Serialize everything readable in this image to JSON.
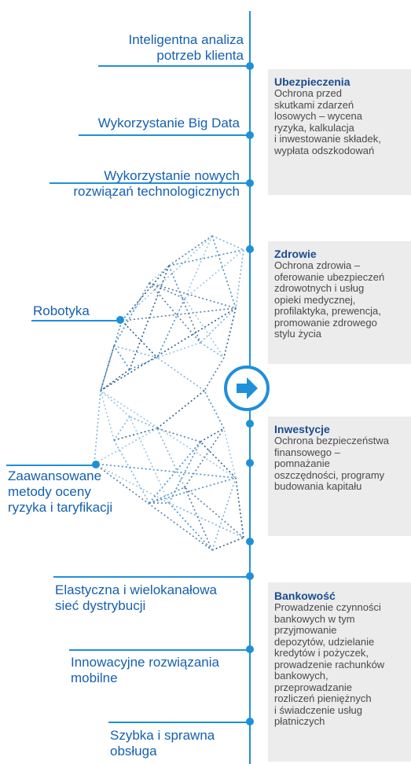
{
  "left_items": [
    {
      "lines": [
        "Inteligentna analiza",
        "potrzeb klienta"
      ]
    },
    {
      "lines": [
        "Wykorzystanie Big Data"
      ]
    },
    {
      "lines": [
        "Wykorzystanie nowych",
        "rozwiązań technologicznych"
      ]
    },
    {
      "lines": [
        "Robotyka"
      ]
    },
    {
      "lines": [
        "Zaawansowane",
        "metody oceny",
        "ryzyka i taryfikacji"
      ]
    },
    {
      "lines": [
        "Elastyczna i wielokanałowa",
        "sieć dystrybucji"
      ]
    },
    {
      "lines": [
        "Innowacyjne rozwiązania",
        "mobilne"
      ]
    },
    {
      "lines": [
        "Szybka i sprawna",
        "obsługa"
      ]
    }
  ],
  "panels": [
    {
      "title": "Ubezpieczenia",
      "lines": [
        "Ochrona przed",
        "skutkami zdarzeń",
        "losowych – wycena",
        "ryzyka, kalkulacja",
        "i inwestowanie składek,",
        "wypłata odszkodowań"
      ]
    },
    {
      "title": "Zdrowie",
      "lines": [
        "Ochrona zdrowia –",
        "oferowanie ubezpieczeń",
        "zdrowotnych i usług",
        "opieki medycznej,",
        "profilaktyka, prewencja,",
        "promowanie zdrowego",
        "stylu życia"
      ]
    },
    {
      "title": "Inwestycje",
      "lines": [
        "Ochrona bezpieczeństwa",
        "finansowego –",
        "pomnażanie",
        "oszczędności, programy",
        "budowania kapitału"
      ]
    },
    {
      "title": "Bankowość",
      "lines": [
        "Prowadzenie czynności",
        "bankowych  w tym",
        "przyjmowanie",
        "depozytów, udzielanie",
        "kredytów i pożyczek,",
        "prowadzenie rachunków",
        "bankowych,",
        "przeprowadzanie",
        "rozliczeń pieniężnych",
        "i świadczenie usług",
        "płatniczych"
      ]
    }
  ],
  "colors": {
    "accent": "#1e90d8",
    "label_text": "#1560b0",
    "panel_bg": "#ececec",
    "panel_title": "#1a4d8f"
  },
  "icons": {
    "center": "arrow-right-icon"
  }
}
